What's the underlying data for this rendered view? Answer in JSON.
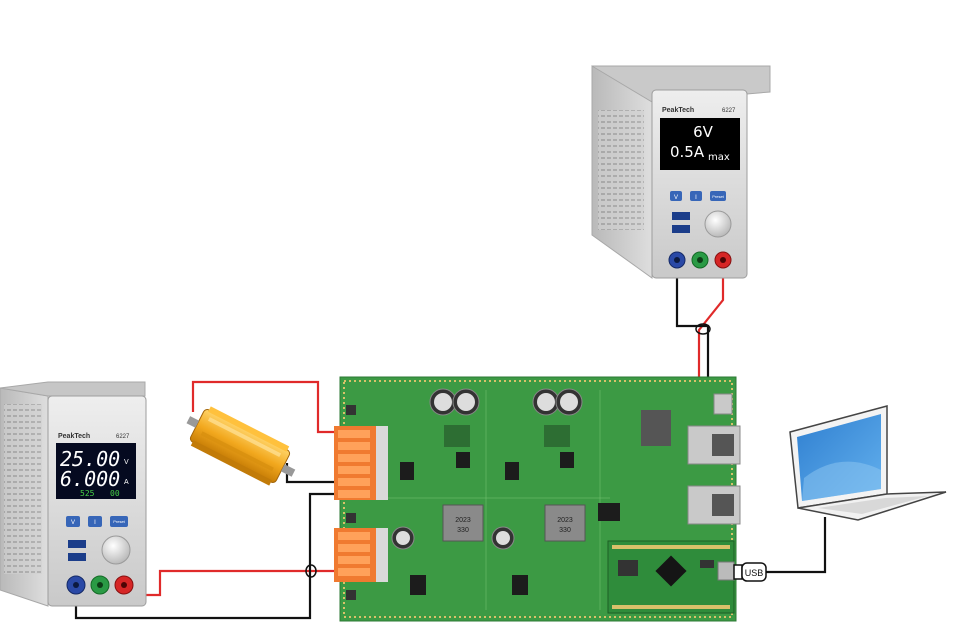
{
  "supply_top": {
    "brand": "PeakTech",
    "model": "6227",
    "display_voltage": "6V",
    "display_current_value": "0.5A",
    "display_current_suffix": "max",
    "button_v": "V",
    "button_i": "I",
    "button_preset": "Preset"
  },
  "supply_left": {
    "brand": "PeakTech",
    "model": "6227",
    "display_voltage": "25.00",
    "display_voltage_unit": "V",
    "display_current": "6.000",
    "display_current_unit": "A",
    "display_power": "525",
    "display_power_extra": "00",
    "button_v": "V",
    "button_i": "I",
    "button_preset": "Preset"
  },
  "board": {
    "inductor_1_code": "330",
    "inductor_1_year": "2023",
    "inductor_2_code": "330",
    "inductor_2_year": "2023"
  },
  "laptop": {
    "usb_label": "USB"
  },
  "colors": {
    "wire_red": "#e02a2a",
    "wire_black": "#111111",
    "pcb_green": "#3c9a44",
    "terminal_orange": "#f07a30",
    "resistor_gold": "#f2a81e",
    "laptop_screen": "#3b8fd6",
    "psu_body": "#d4d4d4"
  }
}
